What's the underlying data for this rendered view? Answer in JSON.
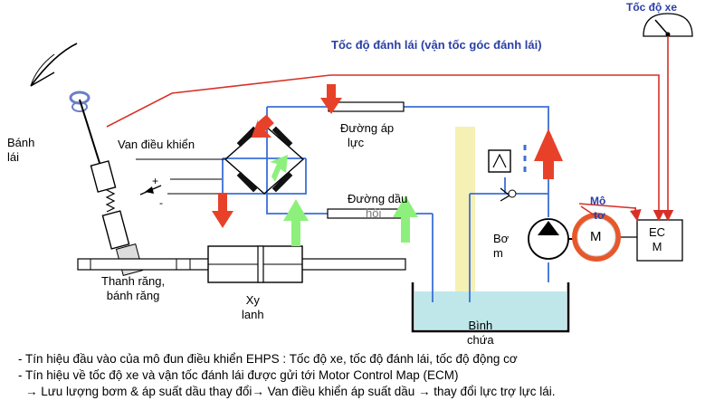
{
  "labels": {
    "speed": "Tốc độ xe",
    "steer_speed": "Tốc độ đánh lái (vận tốc góc đánh lái)",
    "wheel_1": "Bánh",
    "wheel_2": "lái",
    "control_valve": "Van điều khiển",
    "pressure_1": "Đường áp",
    "pressure_2": "lực",
    "return_1": "Đường dầu",
    "return_2": "hồi",
    "rack_1": "Thanh răng,",
    "rack_2": "bánh răng",
    "cyl_1": "Xy",
    "cyl_2": "lanh",
    "pump_1": "Bơ",
    "pump_2": "m",
    "motor_1": "Mô",
    "motor_2": "tơ",
    "motor_symbol": "M",
    "ecm_1": "EC",
    "ecm_2": "M",
    "tank_1": "Bình",
    "tank_2": "chứa",
    "plus": "+",
    "minus": "-"
  },
  "notes": [
    "- Tín hiệu đầu vào của mô đun điều khiển EHPS : Tốc độ xe, tốc độ đánh lái, tốc độ động cơ",
    "- Tín hiệu về tốc độ xe và vận tốc đánh lái được gửi tới Motor Control Map (ECM)",
    "→ Lưu lượng bơm & áp suất dầu thay đổi→ Van điều khiển áp suất dầu → thay đổi lực trợ lực lái."
  ],
  "colors": {
    "signal": "#d93025",
    "pipe": "#3b6fd8",
    "arrow_red": "#e8412a",
    "arrow_green": "#8ef07c",
    "tank": "#bfe7ea",
    "highlight": "#f5f0b3",
    "title": "#2a3fa6"
  }
}
